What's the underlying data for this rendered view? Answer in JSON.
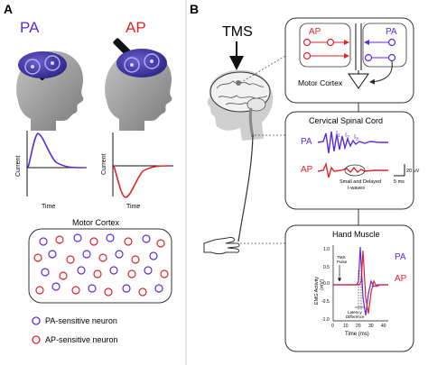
{
  "panel_a": {
    "label": "A",
    "pa_title": "PA",
    "ap_title": "AP",
    "axis_current": "Current",
    "axis_time": "Time",
    "cortex_title": "Motor Cortex",
    "legend_pa": "PA-sensitive neuron",
    "legend_ap": "AP-sensitive neuron"
  },
  "panel_b": {
    "label": "B",
    "tms": "TMS",
    "cortex_ap": "AP",
    "cortex_pa": "PA",
    "cortex_label": "Motor Cortex",
    "spinal_title": "Cervical Spinal Cord",
    "spinal_pa": "PA",
    "spinal_ap": "AP",
    "i1": "I",
    "i2": "I",
    "i3": "I",
    "i1_sub": "1",
    "i2_sub": "2",
    "i3_sub": "3",
    "small_delayed_1": "Small and Delayed",
    "small_delayed_2": "I-waves",
    "scale_uv": "20 uV",
    "scale_ms": "5 ms",
    "hand_title": "Hand Muscle",
    "emg_ylabel_1": "EMG Activity",
    "emg_ylabel_2": "(mV)",
    "emg_xlabel": "Time (ms)",
    "emg_yticks": [
      "1.0",
      "0.5",
      "0.0",
      "-0.5",
      "-1.0"
    ],
    "emg_xticks": [
      "0",
      "10",
      "20",
      "30",
      "40"
    ],
    "tms_pulse_1": "TMS",
    "tms_pulse_2": "Pulse",
    "latency_1": "Latency",
    "latency_2": "Difference",
    "hand_pa": "PA",
    "hand_ap": "AP"
  },
  "colors": {
    "pa": "#5b2be0",
    "ap": "#e0242b",
    "coil": "#3d2f9e",
    "head": "#9a9a9a",
    "box_stroke": "#333333"
  }
}
